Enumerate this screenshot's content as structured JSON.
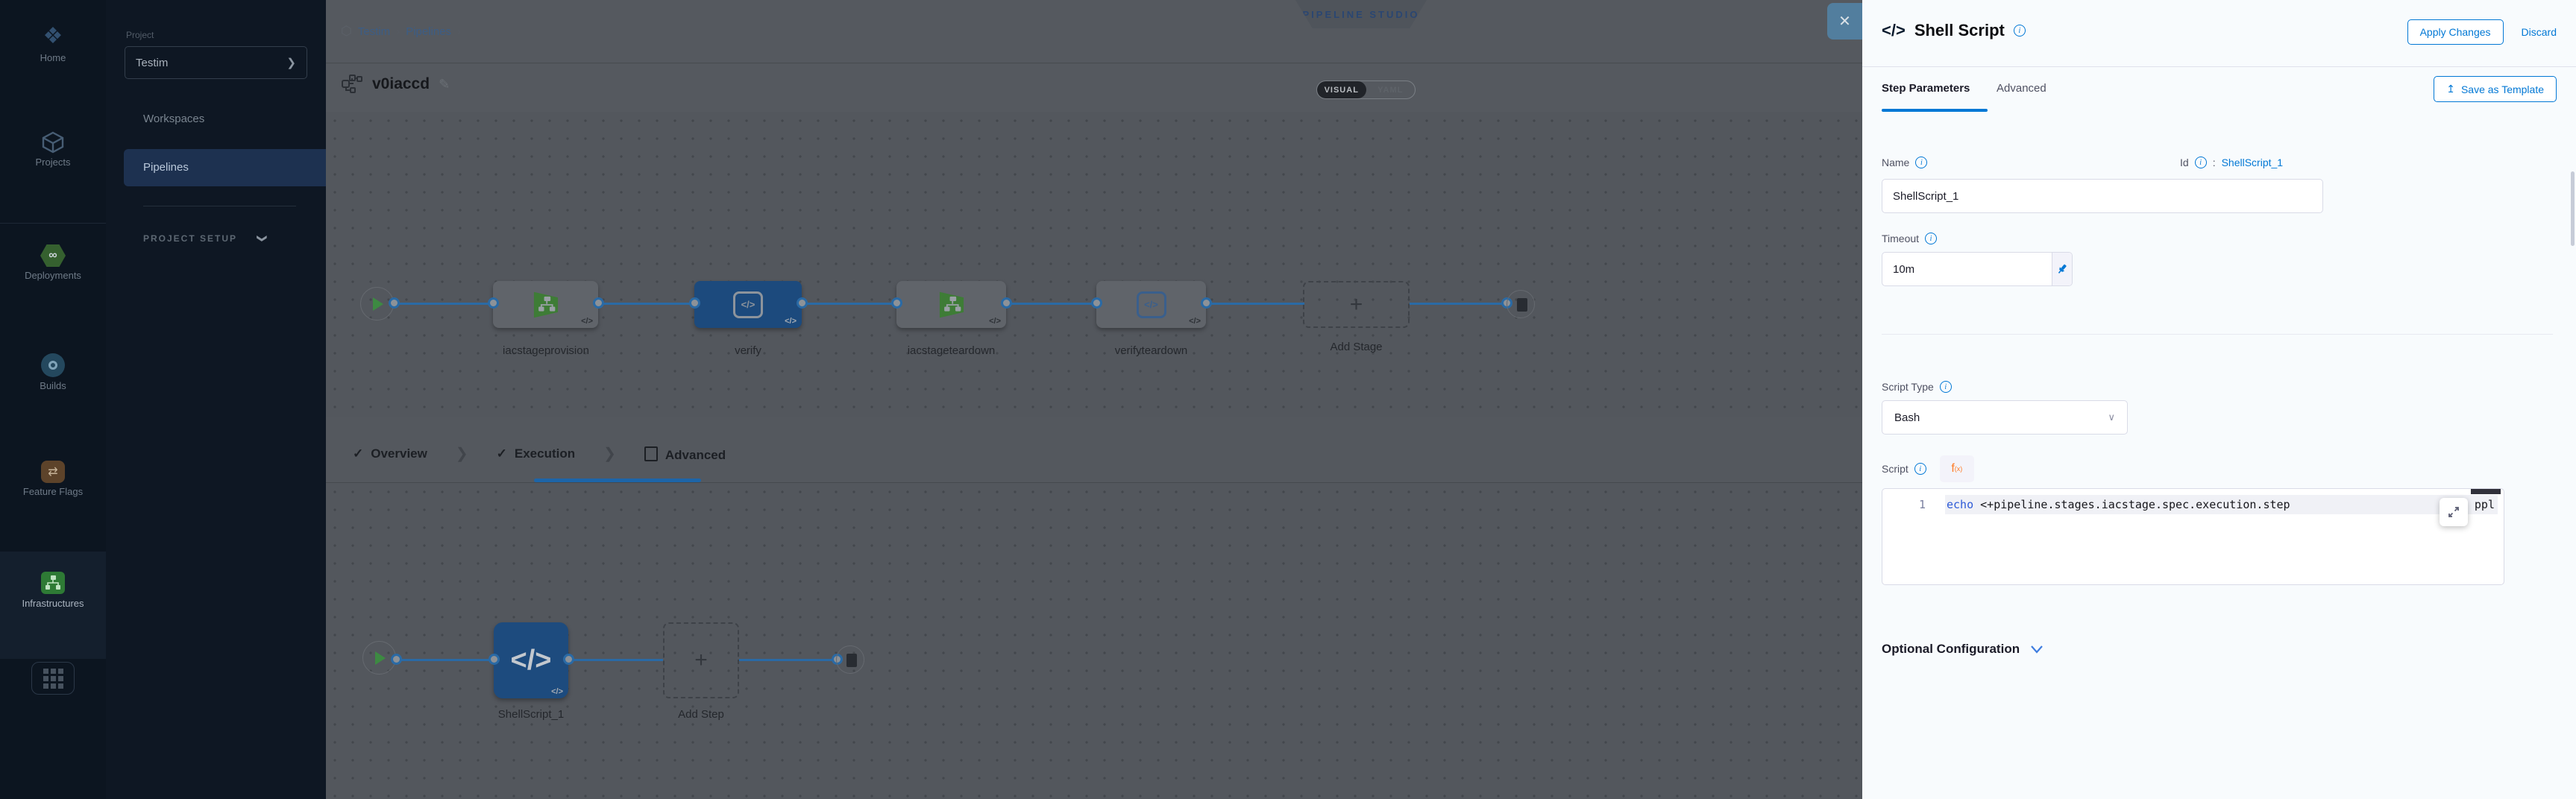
{
  "colors": {
    "accent_blue": "#0278d5",
    "nav_bg": "#0c1520",
    "active_row_bg": "#1d3150",
    "dim_connector": "#2a6aa5",
    "fx_orange": "#ff7b26",
    "close_btn": "#527e9e"
  },
  "nav": {
    "items": [
      {
        "label": "Home"
      },
      {
        "label": "Projects"
      },
      {
        "label": "Deployments"
      },
      {
        "label": "Builds"
      },
      {
        "label": "Feature Flags"
      },
      {
        "label": "Infrastructures"
      }
    ]
  },
  "project_sidebar": {
    "section_label": "Project",
    "project_name": "Testim",
    "items": [
      {
        "label": "Workspaces"
      },
      {
        "label": "Pipelines"
      }
    ],
    "setup_label": "PROJECT SETUP",
    "setup_chevron": "❯"
  },
  "header": {
    "breadcrumb": {
      "crumb1": "Testim",
      "crumb2": "Pipelines",
      "sep": "›"
    },
    "studio_badge": "PIPELINE STUDIO",
    "pipeline_name": "v0iaccd",
    "edit_icon": "✎",
    "toggle": {
      "visual": "VISUAL",
      "yaml": "YAML"
    }
  },
  "stage_flow": {
    "stages": [
      {
        "label": "iacstageprovision",
        "type": "infra"
      },
      {
        "label": "verify",
        "type": "custom"
      },
      {
        "label": "iacstageteardown",
        "type": "infra"
      },
      {
        "label": "verifyteardown",
        "type": "custom"
      }
    ],
    "add_stage_label": "Add Stage",
    "plus": "+",
    "badge": "</>"
  },
  "exec_tabs": {
    "check": "✓",
    "overview": "Overview",
    "execution": "Execution",
    "advanced": "Advanced",
    "chevron": "❯"
  },
  "exec_flow": {
    "step_label": "ShellScript_1",
    "step_icon": "</>",
    "add_step_label": "Add Step",
    "plus": "+"
  },
  "drawer": {
    "close": "✕",
    "title_icon": "</>",
    "title": "Shell Script",
    "info": "i",
    "apply_label": "Apply Changes",
    "discard_label": "Discard",
    "tabs": {
      "step_parameters": "Step Parameters",
      "advanced": "Advanced"
    },
    "save_template_label": "Save as Template",
    "save_template_icon": "↥",
    "fields": {
      "name_label": "Name",
      "name_value": "ShellScript_1",
      "id_label": "Id",
      "id_sep": ":",
      "id_value": "ShellScript_1",
      "timeout_label": "Timeout",
      "timeout_value": "10m",
      "script_type_label": "Script Type",
      "script_type_value": "Bash",
      "script_label": "Script",
      "select_chevron": "∨"
    },
    "editor": {
      "line_number": "1",
      "keyword": "echo",
      "expression": " <+pipeline.stages.iacstage.spec.execution.step",
      "clipped_tail": "ppl",
      "expand_icon": "⤢"
    },
    "optional_config_label": "Optional Configuration",
    "optional_chevron": "⌄"
  }
}
